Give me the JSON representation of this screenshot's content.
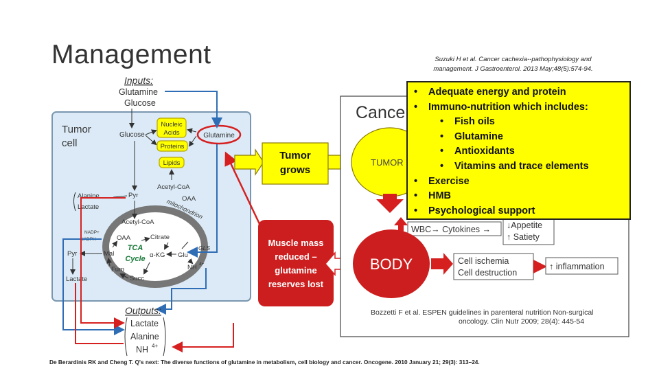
{
  "slide": {
    "title": "Management",
    "citation_top_line1": "Suzuki H et al. Cancer cachexia--pathophysiology and",
    "citation_top_line2": "management. J Gastroenterol. 2013 May;48(5):574-94.",
    "citation_bottom": "De Berardinis RK and Cheng T. Q's next: The diverse functions of glutamine in metabolism, cell biology and cancer. Oncogene. 2010 January 21; 29(3): 313–24."
  },
  "left_diagram": {
    "inputs_label": "Inputs:",
    "inputs": [
      "Glutamine",
      "Glucose"
    ],
    "tumor_cell_label": [
      "Tumor",
      "cell"
    ],
    "glucose": "Glucose",
    "glutamine": "Glutamine",
    "nucleic_acids": [
      "Nucleic",
      "Acids"
    ],
    "proteins": "Proteins",
    "lipids": "Lipids",
    "acetyl_coa_top": "Acetyl-CoA",
    "oaa_top": "OAA",
    "pyr_top": "Pyr",
    "alanine": "Alanine",
    "lactate": "Lactate",
    "mitochondrion": "mitochondrion",
    "acetyl_coa_mito": "Acetyl-CoA",
    "oaa_mito": "OAA",
    "citrate": "Citrate",
    "tca_cycle": [
      "TCA",
      "Cycle"
    ],
    "mal": "Mal",
    "fum": "Fum",
    "succ": "Succ",
    "akg": "α-KG",
    "glu": "Glu",
    "gls": "GLS",
    "nh4": "NH",
    "nh4_sup": "4+",
    "nadp": [
      "NADP+",
      "NADPH"
    ],
    "pyr_left": "Pyr",
    "lactate_left": "Lactate",
    "outputs_label": "Outputs:",
    "outputs": [
      "Lactate",
      "Alanine",
      "NH"
    ]
  },
  "tumor_grows": [
    "Tumor",
    "grows"
  ],
  "muscle_box": [
    "Muscle mass",
    "reduced –",
    "glutamine",
    "reserves lost"
  ],
  "right_diagram": {
    "cancer_label": "Cancer",
    "tumor_label": "TUMOR",
    "body_label": "BODY",
    "wbc": "WBC→ Cytokines →",
    "appetite": "↓Appetite",
    "satiety": "↑ Satiety",
    "cell_ischemia": "Cell ischemia",
    "cell_destruction": "Cell destruction",
    "inflammation": "↑ inflammation",
    "citation": [
      "Bozzetti F et al. ESPEN guidelines in parenteral nutrition Non-surgical",
      "oncology. Clin Nutr 2009; 28(4): 445-54"
    ]
  },
  "bullets": [
    {
      "level": 1,
      "text": "Adequate energy and protein"
    },
    {
      "level": 1,
      "text": "Immuno-nutrition which includes:"
    },
    {
      "level": 2,
      "text": "Fish oils"
    },
    {
      "level": 2,
      "text": "Glutamine"
    },
    {
      "level": 2,
      "text": "Antioxidants"
    },
    {
      "level": 2,
      "text": "Vitamins and trace elements"
    },
    {
      "level": 1,
      "text": "Exercise"
    },
    {
      "level": 1,
      "text": "HMB"
    },
    {
      "level": 1,
      "text": "Psychological support"
    }
  ],
  "colors": {
    "cell_fill": "#dbeaf6",
    "cell_border": "#7a97b0",
    "yellow": "#ffff00",
    "red": "#cc1e1e",
    "dark_red": "#b01818",
    "blue_arrow": "#2f6db5",
    "red_arrow": "#d62020"
  }
}
